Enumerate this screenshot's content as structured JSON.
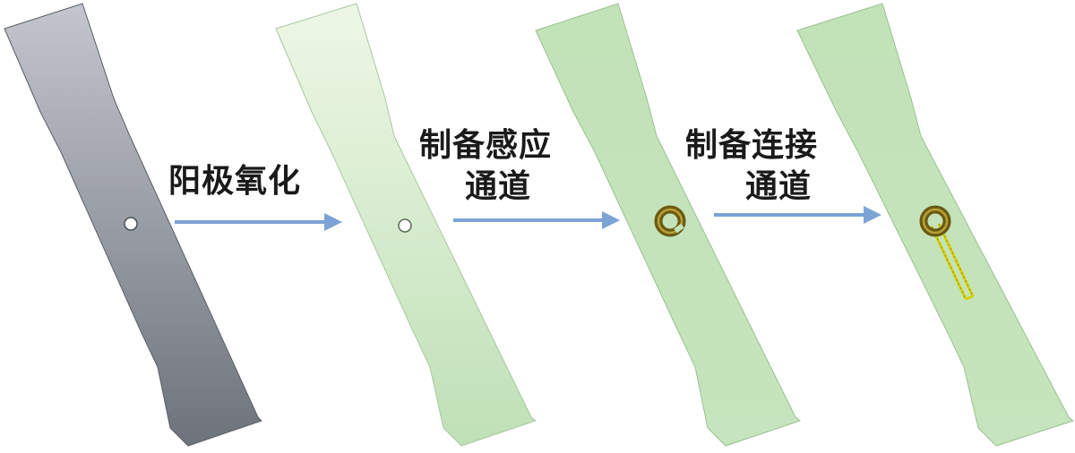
{
  "steps": [
    {
      "label_line1": "阳极氧化",
      "label_line2": ""
    },
    {
      "label_line1": "制备感应",
      "label_line2": "通道"
    },
    {
      "label_line1": "制备连接",
      "label_line2": "通道"
    }
  ],
  "specimens": [
    {
      "stage": "bare",
      "fill_top": "#b8bbc2",
      "fill_bottom": "#70747d",
      "feature": "hole"
    },
    {
      "stage": "anodized",
      "fill_top": "#e8f4dd",
      "fill_bottom": "#bfe0b6",
      "feature": "hole"
    },
    {
      "stage": "sensing-channel",
      "fill_top": "#c9e6c0",
      "fill_bottom": "#bfe0b6",
      "feature": "ring"
    },
    {
      "stage": "connection-channel",
      "fill_top": "#c9e6c0",
      "fill_bottom": "#bfe0b6",
      "feature": "ring-with-lead"
    }
  ],
  "colors": {
    "arrow": "#7ba3d6",
    "ring": "#6b5a14",
    "ring_light": "#b8a032",
    "lead": "#d6d000",
    "edge": "#8aa585"
  }
}
